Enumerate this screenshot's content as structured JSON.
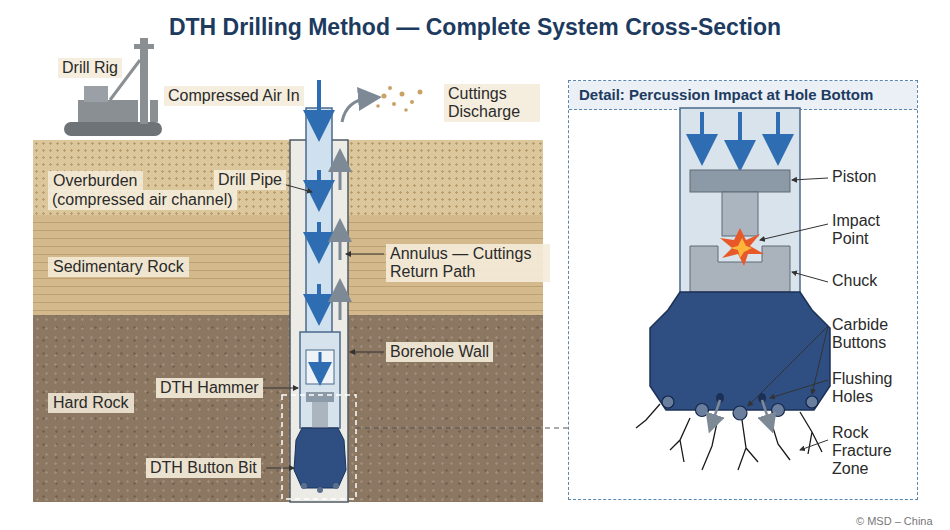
{
  "diagram": {
    "title": "DTH Drilling Method — Complete System Cross-Section",
    "nodes": [
      {
        "text": [
          "Overburden"
        ]
      },
      {
        "text": [
          "Sedimentary Rock"
        ]
      },
      {
        "text": [
          "Hard Rock"
        ]
      },
      {
        "text": [
          "Detail: Percussion Impact at Hole Bottom"
        ]
      }
    ],
    "labels": [
      "Drill Rig",
      "Compressed Air In",
      "Cuttings Discharge",
      "Drill Pipe",
      "(compressed air channel)",
      "Annulus — Cuttings Return Path",
      "Borehole Wall",
      "DTH Hammer",
      "DTH Button Bit",
      "Piston",
      "Impact Point",
      "Chuck",
      "Carbide Buttons",
      "Flushing Holes",
      "Rock Fracture Zone",
      "© MSD – China"
    ]
  }
}
